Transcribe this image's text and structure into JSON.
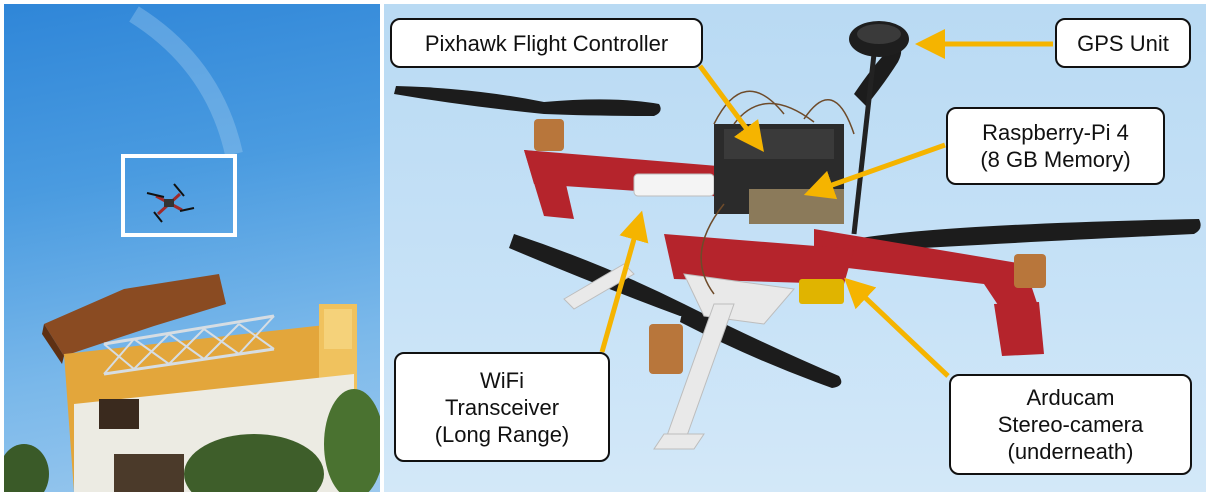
{
  "photo_left": {
    "subject": "quadcopter drone flying above a building",
    "highlight_box_color": "#ffffff"
  },
  "photo_right": {
    "subject": "close-up of quadcopter drone with labeled components"
  },
  "labels": {
    "flight_controller": "Pixhawk Flight Controller",
    "gps": "GPS Unit",
    "pi_line1": "Raspberry-Pi 4",
    "pi_line2": "(8 GB Memory)",
    "wifi_line1": "WiFi",
    "wifi_line2": "Transceiver",
    "wifi_line3": "(Long Range)",
    "cam_line1": "Arducam",
    "cam_line2": "Stereo-camera",
    "cam_line3": "(underneath)"
  },
  "colors": {
    "arrow": "#f5b400",
    "frame_red": "#b5242c",
    "propeller": "#1c1c1c",
    "motor_copper": "#b8763b",
    "building_yellow": "#e6a93a"
  }
}
